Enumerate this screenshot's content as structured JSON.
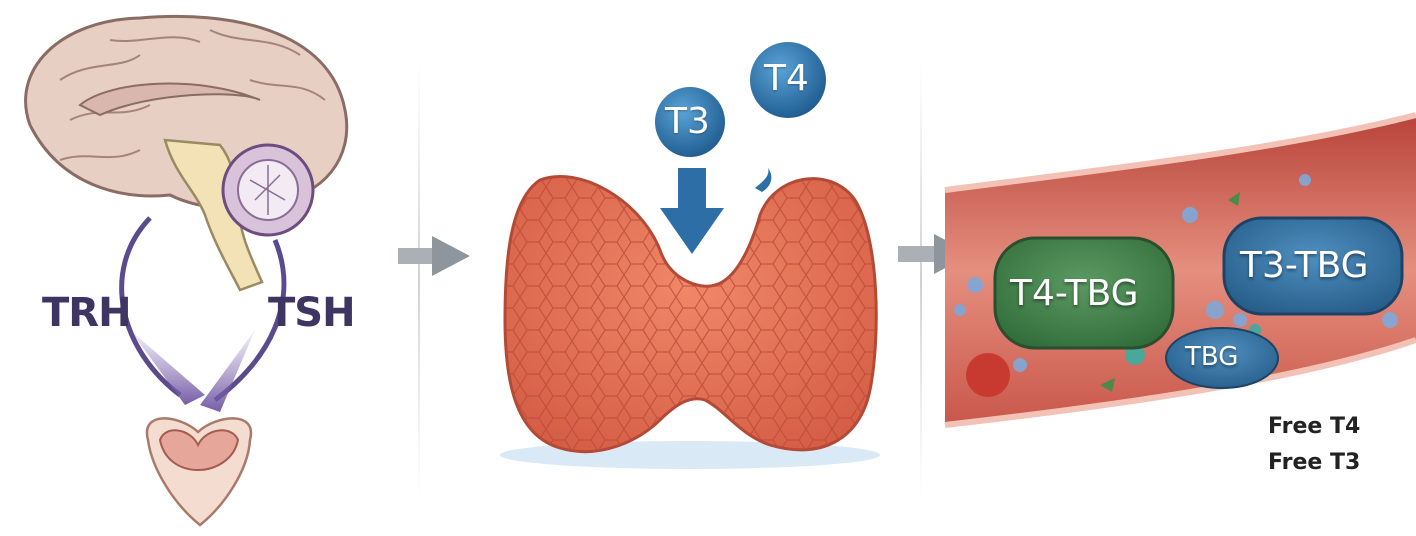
{
  "hypothalamus_panel": {
    "trh_label": "TRH",
    "tsh_label": "TSH"
  },
  "thyroid_panel": {
    "hormones": [
      {
        "label": "T3"
      },
      {
        "label": "T4"
      }
    ]
  },
  "blood_panel": {
    "complexes": [
      {
        "label": "T4-TBG"
      },
      {
        "label": "T3-TBG"
      },
      {
        "label": "TBG"
      }
    ],
    "free_hormones": [
      "Free T4",
      "Free T3"
    ]
  },
  "colors": {
    "bubble_blue": "#2e72a8",
    "complex_green": "#3d7f47",
    "complex_blue": "#2f6c9a",
    "vessel_red": "#d96a5c",
    "thyroid_orange": "#e8735a",
    "arrow_gray": "#9aa1a8",
    "label_purple": "#3f3563"
  }
}
